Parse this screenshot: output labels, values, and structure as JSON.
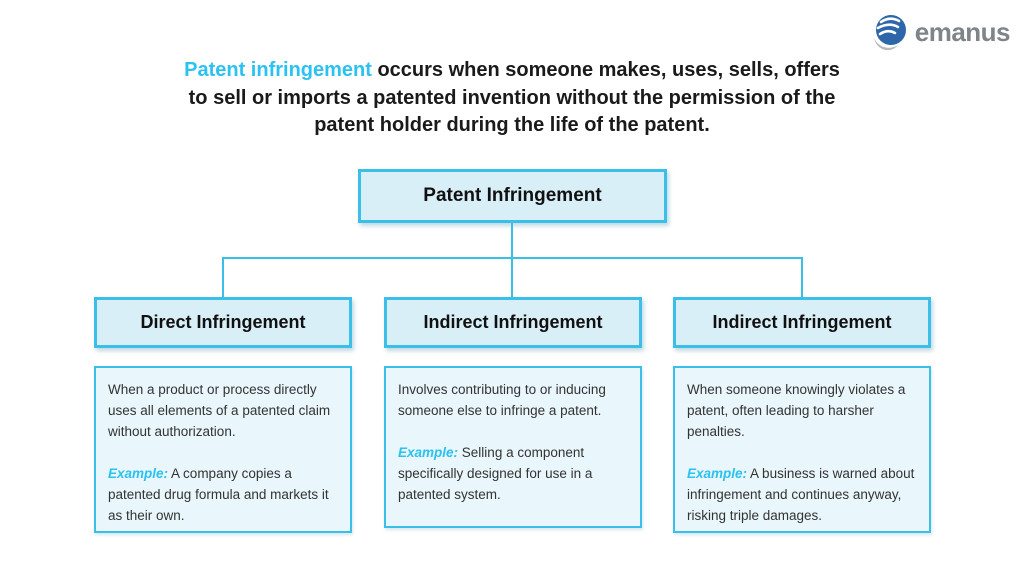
{
  "logo": {
    "text": "emanus",
    "icon": "emanus-sphere-icon"
  },
  "intro": {
    "highlight": "Patent infringement",
    "rest": " occurs when someone makes, uses, sells, offers to sell or imports a patented invention without the permission of the patent holder during the life of the patent."
  },
  "diagram": {
    "type": "hierarchy",
    "root": {
      "label": "Patent Infringement"
    },
    "branches": [
      {
        "title": "Direct Infringement",
        "description": "When a product or process directly uses all elements of a patented claim without authorization.",
        "example_label": "Example:",
        "example": "A company copies a patented drug formula and markets it as their own."
      },
      {
        "title": "Indirect Infringement",
        "description": "Involves contributing to or inducing someone else to infringe a patent.",
        "example_label": "Example:",
        "example": "Selling a component specifically designed for use in a patented system."
      },
      {
        "title": "Indirect Infringement",
        "description": "When someone knowingly violates a patent, often leading to harsher penalties.",
        "example_label": "Example:",
        "example": "A business is warned about infringement and continues anyway, risking triple damages."
      }
    ]
  },
  "colors": {
    "accent": "#3bbfe8",
    "highlight": "#2bc2f2",
    "node_fill": "#d9eff8",
    "desc_fill": "#e9f6fb",
    "text": "#1a1a1a",
    "body_text": "#333333",
    "logo_gray": "#7e8488",
    "logo_blue": "#2d66a9",
    "swoosh": "#b7babd"
  }
}
